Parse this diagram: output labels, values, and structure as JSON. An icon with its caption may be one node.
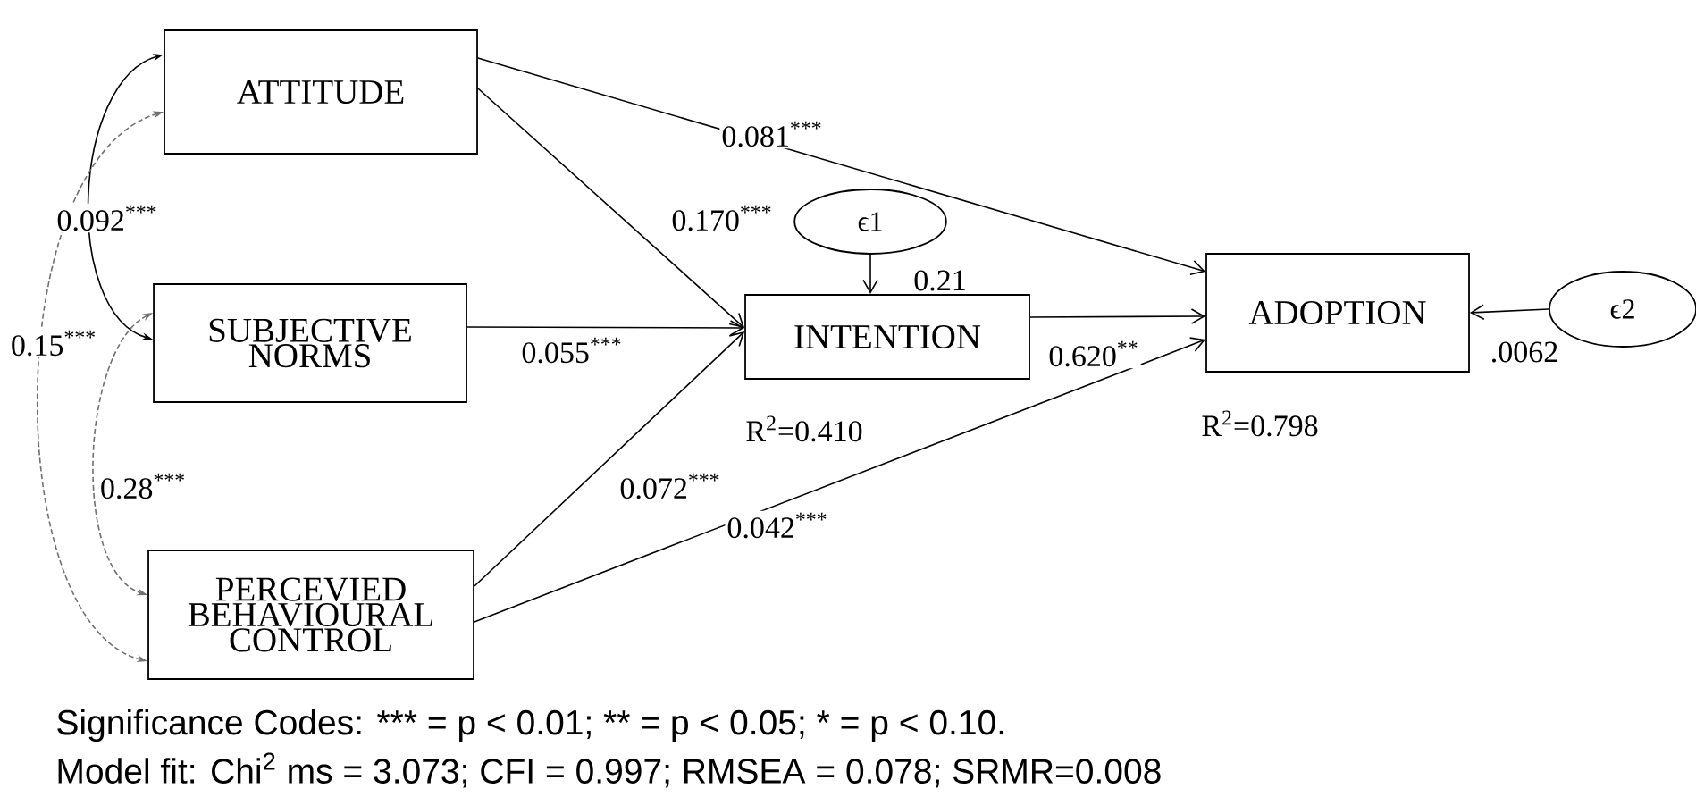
{
  "diagram": {
    "nodes": [
      {
        "text": [
          "ATTITUDE"
        ]
      },
      {
        "text": [
          "SUBJECTIVE NORMS"
        ]
      },
      {
        "text": [
          "PERCEVIED BEHAVIOURAL CONTROL"
        ]
      },
      {
        "text": [
          "INTENTION"
        ]
      },
      {
        "text": [
          "ϵ1"
        ]
      },
      {
        "text": [
          "ADOPTION"
        ]
      },
      {
        "text": [
          "ϵ2"
        ]
      }
    ],
    "edges": [
      {
        "from": 0,
        "to": 5,
        "arrow": "to",
        "label": "0.081$^{***}$"
      },
      {
        "from": 0,
        "to": 3,
        "arrow": "to",
        "label": "0.170$^{***}$"
      },
      {
        "from": 1,
        "to": 3,
        "arrow": "to",
        "label": "0.055$^{***}$"
      },
      {
        "from": 2,
        "to": 3,
        "arrow": "to",
        "label": "0.072$^{***}$"
      },
      {
        "from": 2,
        "to": 5,
        "arrow": "to",
        "label": "0.042$^{***}$"
      },
      {
        "from": 3,
        "to": 5,
        "arrow": "to",
        "label": "0.620$^{**}$"
      },
      {
        "from": 4,
        "to": 3,
        "arrow": "to",
        "label": "0.21"
      },
      {
        "from": 6,
        "to": 5,
        "arrow": "to",
        "label": ".0062"
      },
      {
        "from": 0,
        "to": 1,
        "arrow": "both",
        "label": "0.092$^{***}$"
      },
      {
        "from": 0,
        "to": 2,
        "arrow": "both",
        "label": "0.15$^{***}$",
        "style": "dashed",
        "color": "#707070"
      },
      {
        "from": 1,
        "to": 2,
        "arrow": "both",
        "label": "0.28$^{***}$",
        "style": "dashed",
        "color": "#707070"
      }
    ],
    "labels": [
      "R$^{2}$=0.410",
      "R$^{2}$=0.798",
      "Significance Codes: *** = p < 0.01; ** = p < 0.05; * = p < 0.10.",
      "Model fit: Chi$^{2}$  ms = 3.073; CFI = 0.997; RMSEA = 0.078; SRMR=0.008"
    ]
  }
}
